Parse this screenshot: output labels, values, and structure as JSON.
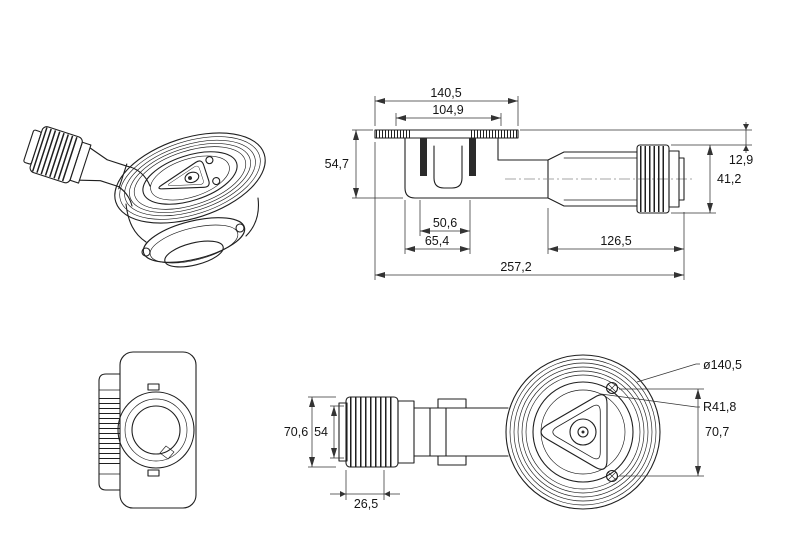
{
  "meta": {
    "background": "#ffffff",
    "line_color": "#1f1f1f",
    "dim_color": "#333333"
  },
  "section_view": {
    "flange_width": "140,5",
    "inlet_width": "104,9",
    "body_height": "54,7",
    "top_offset": "12,9",
    "outlet_height": "41,2",
    "seal_width": "50,6",
    "trap_width": "65,4",
    "outlet_length": "126,5",
    "total_length": "257,2"
  },
  "plan_view": {
    "total_height": "70,6",
    "inner_height": "54",
    "nut_length": "26,5",
    "flange_diameter": "ø140,5",
    "insert_radius": "R41,8",
    "screw_spacing": "70,7"
  }
}
